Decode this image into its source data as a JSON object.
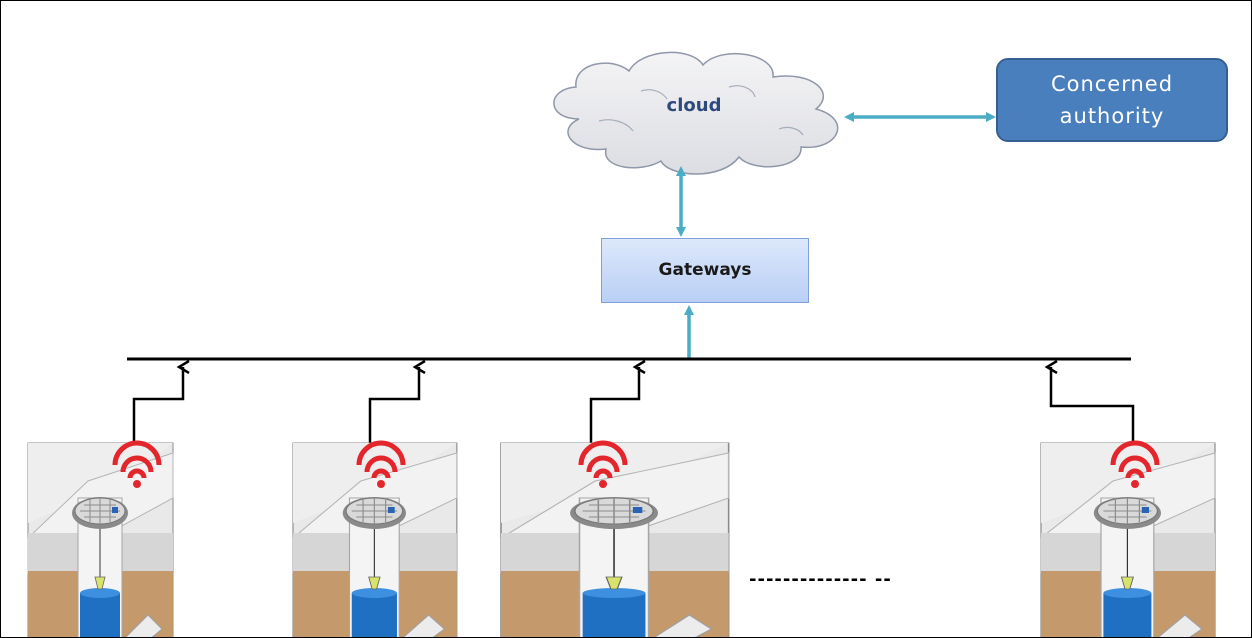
{
  "diagram": {
    "cloud": {
      "label": "cloud"
    },
    "authority": {
      "line1": "Concerned",
      "line2": "authority"
    },
    "gateway": {
      "label": "Gateways"
    },
    "ellipsis": "-------------- --",
    "nodes": [
      {
        "id": "sensor-node-1"
      },
      {
        "id": "sensor-node-2"
      },
      {
        "id": "sensor-node-3"
      },
      {
        "id": "sensor-node-4"
      }
    ],
    "colors": {
      "connector": "#4bacc6",
      "bus": "#000000",
      "wifi": "#e3262b",
      "soil": "#c49a6c",
      "water": "#1f6fc2",
      "authority_fill": "#4a7fbe"
    }
  }
}
